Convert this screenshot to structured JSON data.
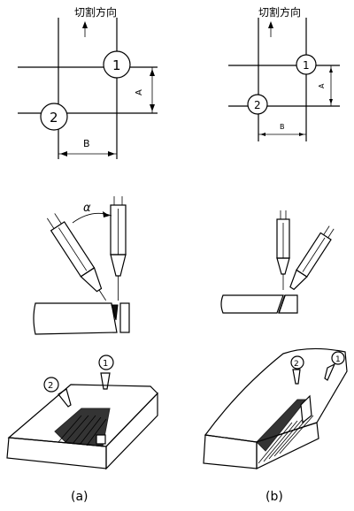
{
  "labels": {
    "direction_a": "切割方向",
    "direction_b": "切割方向",
    "torch_1": "1",
    "torch_2": "2",
    "dim_a": "A",
    "dim_b": "B",
    "dim_a_small": "A",
    "dim_b_small": "B",
    "angle": "α",
    "caption_a": "(a)",
    "caption_b": "(b)"
  }
}
